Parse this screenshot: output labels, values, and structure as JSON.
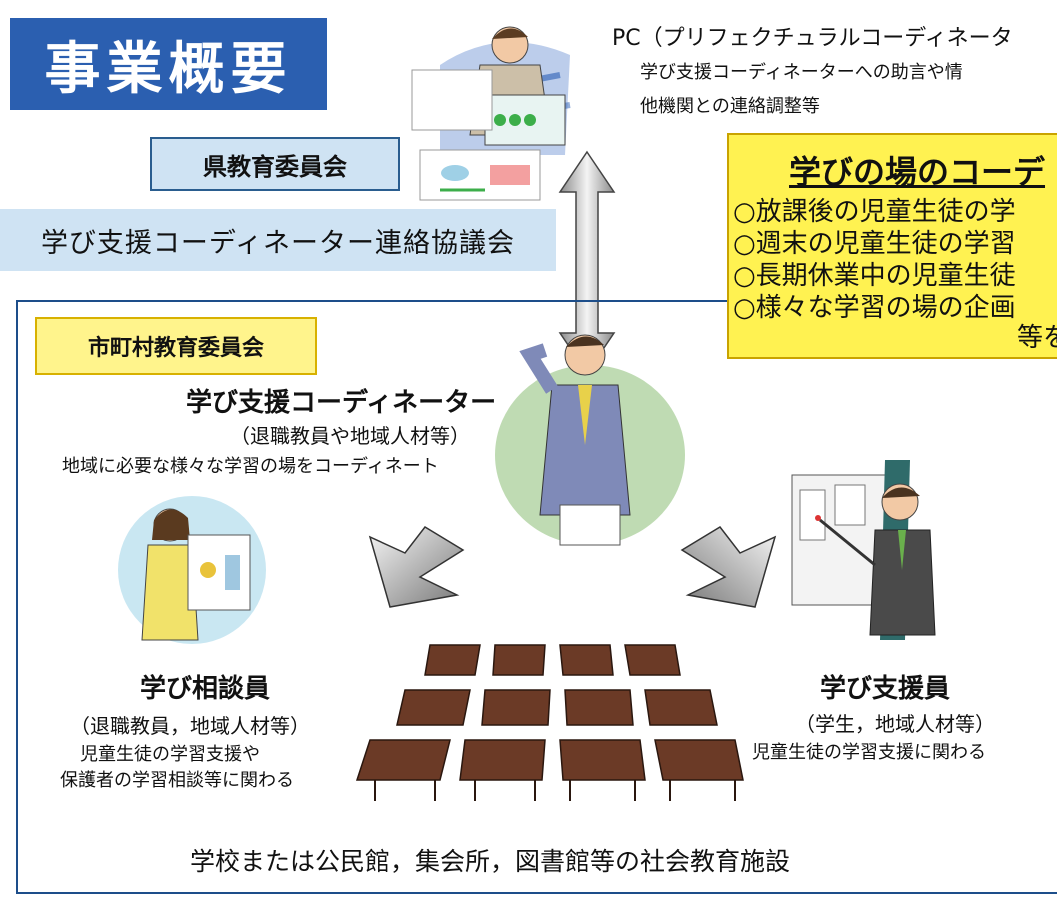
{
  "title": "事業概要",
  "pref_board": "県教育委員会",
  "council": "学び支援コーディネーター連絡協議会",
  "pc": {
    "title": "PC（プリフェクチュラルコーディネータ",
    "desc_line1": "学び支援コーディネーターへの助言や情",
    "desc_line2": "他機関との連絡調整等"
  },
  "learning_place": {
    "title": "学びの場のコーデ",
    "items": [
      "○放課後の児童生徒の学",
      "○週末の児童生徒の学習",
      "○長期休業中の児童生徒",
      "○様々な学習の場の企画"
    ],
    "ending": "等を"
  },
  "municipal_board": "市町村教育委員会",
  "coordinator": {
    "title": "学び支援コーディネーター",
    "sub": "（退職教員や地域人材等）",
    "desc": "地域に必要な様々な学習の場をコーディネート"
  },
  "consultant": {
    "title": "学び相談員",
    "sub": "（退職教員，地域人材等）",
    "desc_line1": "児童生徒の学習支援や",
    "desc_line2": "保護者の学習相談等に関わる"
  },
  "supporter": {
    "title": "学び支援員",
    "sub": "（学生，地域人材等）",
    "desc": "児童生徒の学習支援に関わる"
  },
  "school": "学校または公民館，集会所，図書館等の社会教育施設",
  "colors": {
    "title_bg": "#2b5fb0",
    "light_blue": "#cfe3f3",
    "frame_border": "#1d4e8a",
    "yellow": "#fff251",
    "label_yellow": "#fff48c",
    "desk_brown": "#6b3a26"
  },
  "icons": [
    "pc-person-illustration",
    "coordinator-illustration",
    "consultant-illustration",
    "supporter-illustration",
    "classroom-desks-illustration",
    "double-arrow-icon",
    "down-left-arrow-icon",
    "down-right-arrow-icon"
  ]
}
